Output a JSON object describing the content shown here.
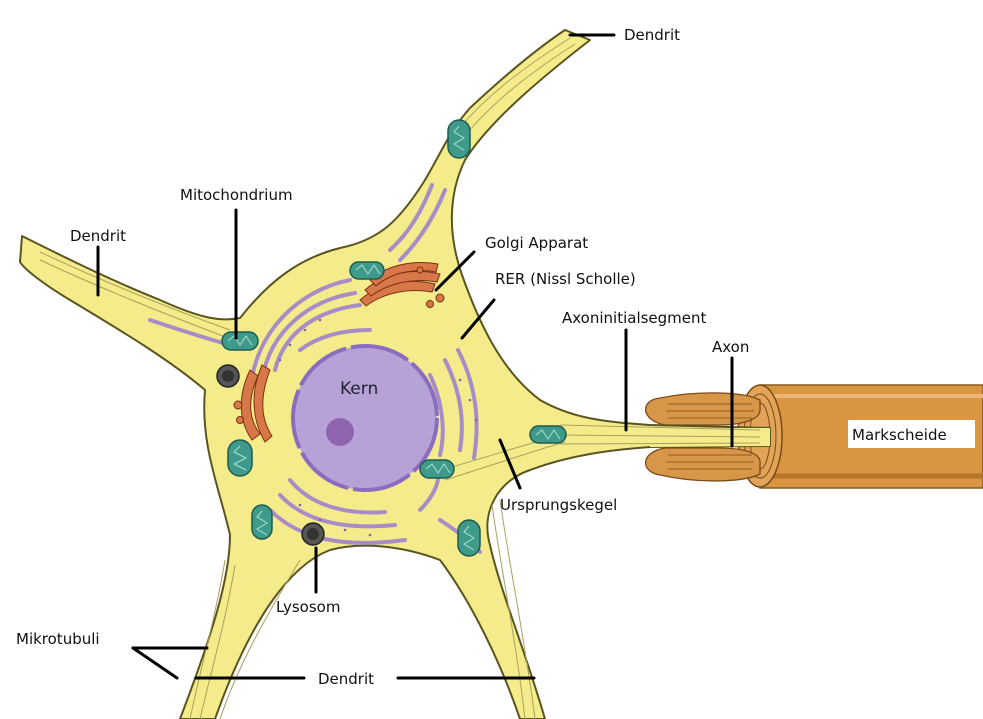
{
  "labels": {
    "dendrite_top": "Dendrit",
    "dendrite_left": "Dendrit",
    "dendrite_bottom": "Dendrit",
    "mitochondrion": "Mitochondrium",
    "golgi": "Golgi Apparat",
    "rer": "RER (Nissl Scholle)",
    "initial_segment": "Axoninitialsegment",
    "axon": "Axon",
    "myelin": "Markscheide",
    "nucleus": "Kern",
    "axon_hillock": "Ursprungskegel",
    "lysosome": "Lysosom",
    "microtubules": "Mikrotubuli"
  },
  "colors": {
    "cytoplasm": "#f4ec8a",
    "outline": "#5a5520",
    "nucleus": "#b6a2d6",
    "nucleus_edge": "#8a6cc0",
    "nucleolus": "#8a5aa8",
    "rer": "#a88cc8",
    "golgi": "#d87848",
    "mitochondria": "#3e9a8a",
    "myelin": "#d99540",
    "lysosome": "#555555",
    "leader_line": "#000000"
  }
}
